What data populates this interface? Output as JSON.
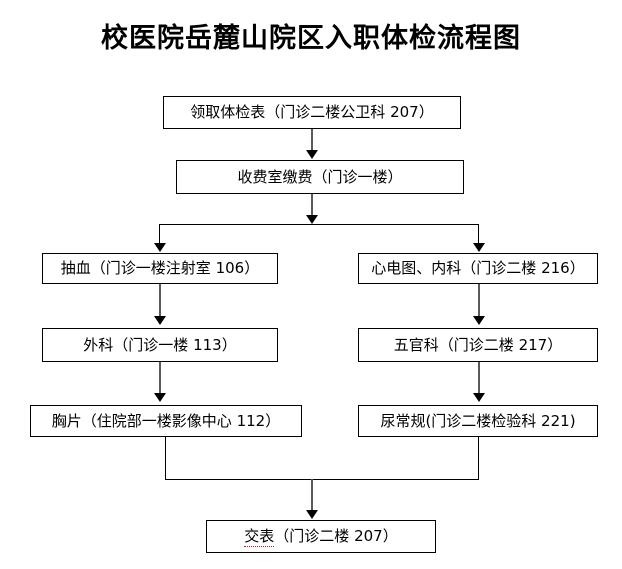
{
  "title": "校医院岳麓山院区入职体检流程图",
  "flowchart": {
    "type": "flowchart",
    "orientation": "top-to-bottom",
    "nodes": [
      {
        "id": "n1",
        "label": "领取体检表（门诊二楼公卫科 207）"
      },
      {
        "id": "n2",
        "label": "收费室缴费（门诊一楼）"
      },
      {
        "id": "n3",
        "label": "抽血（门诊一楼注射室 106）"
      },
      {
        "id": "n4",
        "label": "心电图、内科（门诊二楼 216）"
      },
      {
        "id": "n5",
        "label": "外科（门诊一楼 113）"
      },
      {
        "id": "n6",
        "label": "五官科（门诊二楼 217）"
      },
      {
        "id": "n7",
        "label": "胸片（住院部一楼影像中心 112）"
      },
      {
        "id": "n8",
        "label": "尿常规(门诊二楼检验科 221)"
      },
      {
        "id": "n9",
        "label_part1": "交表",
        "label_part2": "（门诊二楼 207）"
      }
    ],
    "edges": [
      {
        "from": "n1",
        "to": "n2"
      },
      {
        "from": "n2",
        "to": "n3"
      },
      {
        "from": "n2",
        "to": "n4"
      },
      {
        "from": "n3",
        "to": "n5"
      },
      {
        "from": "n4",
        "to": "n6"
      },
      {
        "from": "n5",
        "to": "n7"
      },
      {
        "from": "n6",
        "to": "n8"
      },
      {
        "from": "n7",
        "to": "n9"
      },
      {
        "from": "n8",
        "to": "n9"
      }
    ]
  },
  "colors": {
    "box_border": "#000000",
    "box_fill": "#ffffff",
    "connector_line": "#5a5a5a",
    "connector_branch": "#000000",
    "text": "#000000",
    "spellcheck_underline": "#d02020"
  }
}
